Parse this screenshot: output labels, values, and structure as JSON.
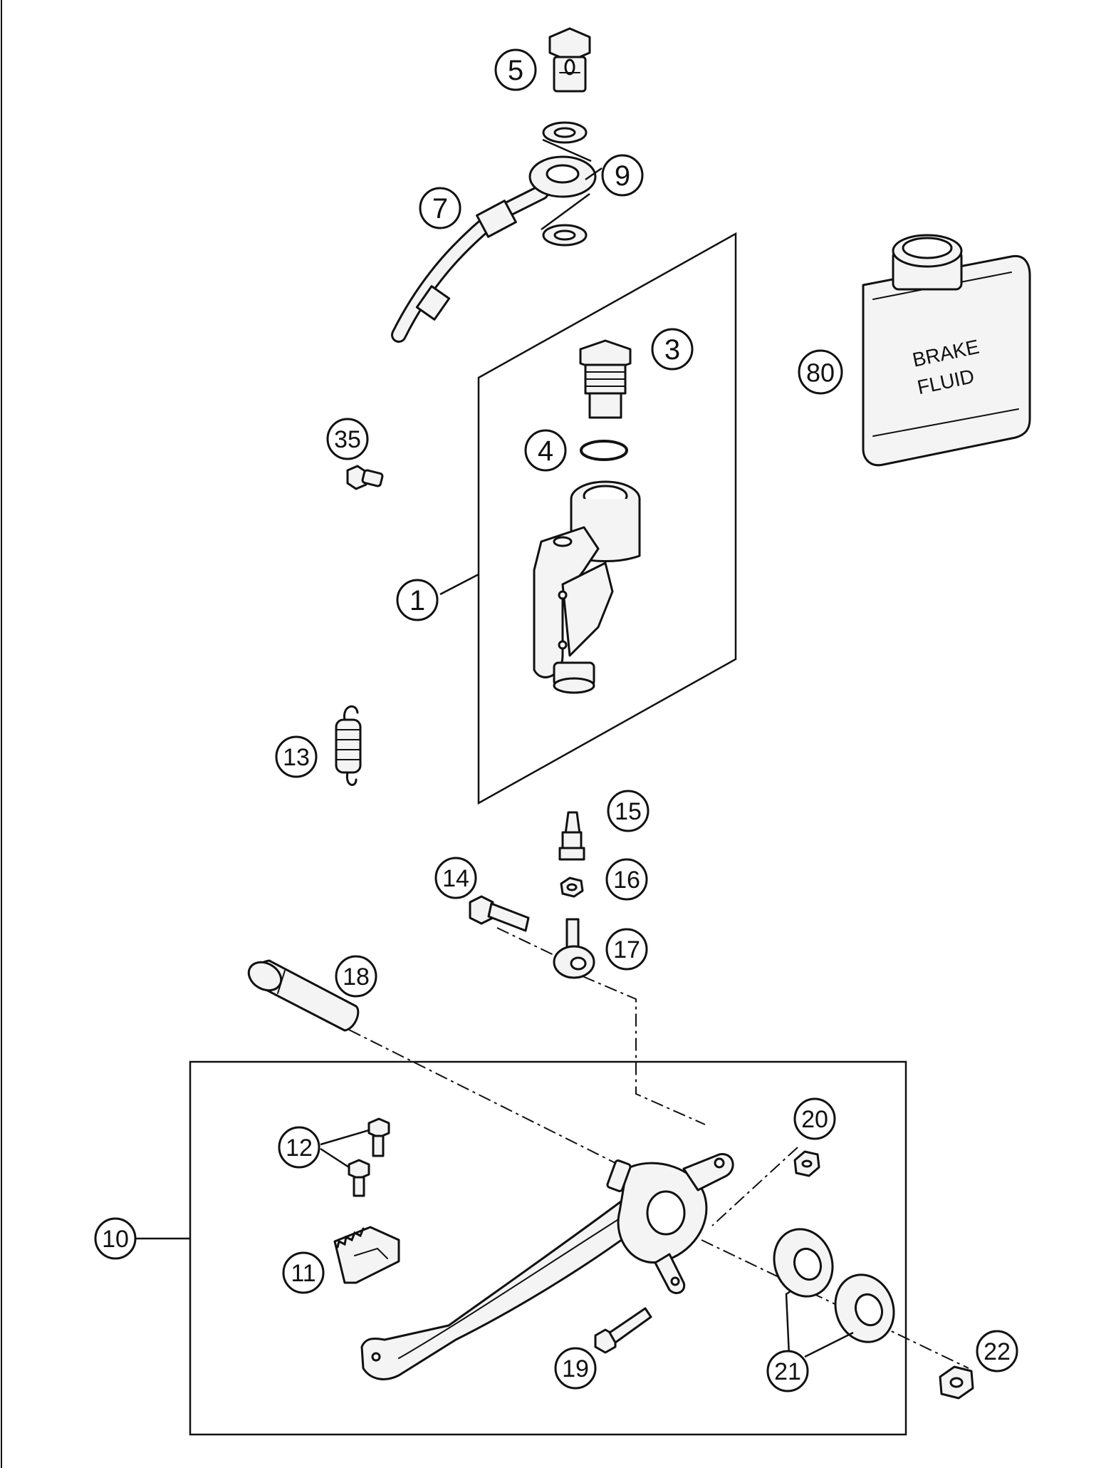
{
  "callouts": {
    "c1": "1",
    "c3": "3",
    "c4": "4",
    "c5": "5",
    "c7": "7",
    "c9": "9",
    "c10": "10",
    "c11": "11",
    "c12": "12",
    "c13": "13",
    "c14": "14",
    "c15": "15",
    "c16": "16",
    "c17": "17",
    "c18": "18",
    "c19": "19",
    "c20": "20",
    "c21": "21",
    "c22": "22",
    "c35": "35",
    "c80": "80"
  },
  "can_label": {
    "line1": "BRAKE",
    "line2": "FLUID"
  }
}
